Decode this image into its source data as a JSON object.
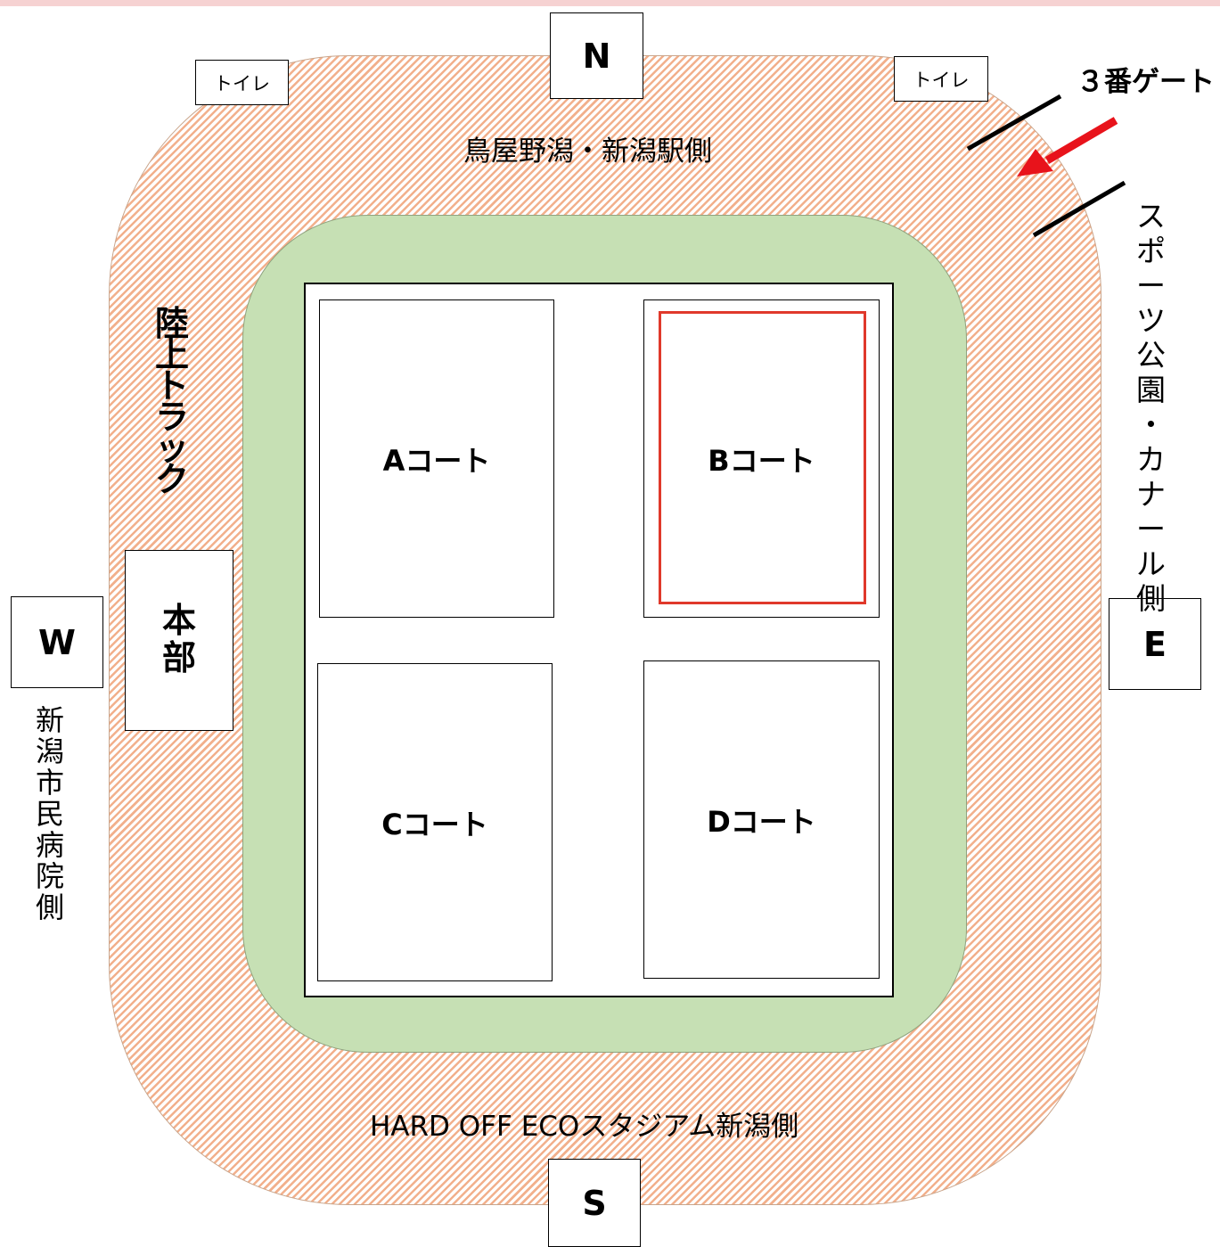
{
  "compass": {
    "north": "N",
    "south": "S",
    "east": "E",
    "west": "W"
  },
  "facilities": {
    "toilet_left": "トイレ",
    "toilet_right": "トイレ",
    "headquarters": "本部"
  },
  "track": {
    "label": "陸上トラック"
  },
  "courts": {
    "a": "Aコート",
    "b": "Bコート",
    "c": "Cコート",
    "d": "Dコート"
  },
  "directions": {
    "north_side": "鳥屋野潟・新潟駅側",
    "south_side": "HARD OFF ECOスタジアム新潟側",
    "east_side": "スポーツ公園・カナール側",
    "west_side": "新潟市民病院側"
  },
  "gate": {
    "label": "３番ゲート",
    "arrow_color": "#e8131b"
  },
  "colors": {
    "track": "#f2b08c",
    "field": "#c6e0b4",
    "highlight": "#e0392b",
    "top_band": "#f6d2d2"
  }
}
